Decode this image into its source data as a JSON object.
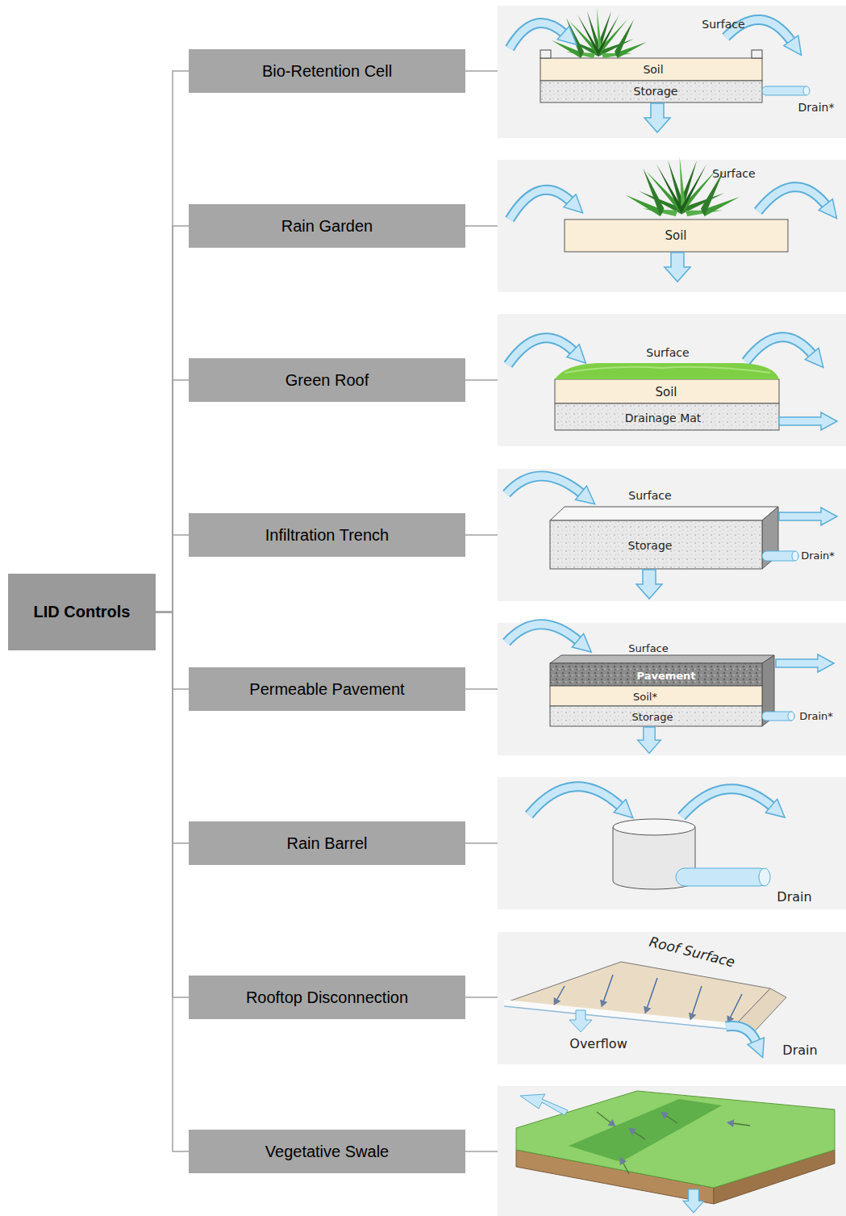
{
  "diagram": {
    "nodes": [
      {
        "text": [
          "LID Controls"
        ]
      },
      {
        "text": [
          "Bio-Retention Cell"
        ]
      },
      {
        "text": [
          "Rain Garden"
        ]
      },
      {
        "text": [
          "Green Roof"
        ]
      },
      {
        "text": [
          "Infiltration Trench"
        ]
      },
      {
        "text": [
          "Permeable Pavement"
        ]
      },
      {
        "text": [
          "Rain Barrel"
        ]
      },
      {
        "text": [
          "Rooftop Disconnection"
        ]
      },
      {
        "text": [
          "Vegetative Swale"
        ]
      }
    ],
    "edges": [
      {
        "from": 0,
        "to": 1,
        "arrow": "none"
      },
      {
        "from": 0,
        "to": 2,
        "arrow": "none"
      },
      {
        "from": 0,
        "to": 3,
        "arrow": "none"
      },
      {
        "from": 0,
        "to": 4,
        "arrow": "none"
      },
      {
        "from": 0,
        "to": 5,
        "arrow": "none"
      },
      {
        "from": 0,
        "to": 6,
        "arrow": "none"
      },
      {
        "from": 0,
        "to": 7,
        "arrow": "none"
      },
      {
        "from": 0,
        "to": 8,
        "arrow": "none"
      }
    ],
    "labels": [
      "Surface",
      "Soil",
      "Storage",
      "Drain*",
      "Surface",
      "Soil",
      "Surface",
      "Soil",
      "Drainage Mat",
      "Surface",
      "Storage",
      "Drain*",
      "Surface",
      "Pavement",
      "Soil*",
      "Storage",
      "Drain*",
      "Drain",
      "Roof Surface",
      "Overflow",
      "Drain"
    ]
  }
}
